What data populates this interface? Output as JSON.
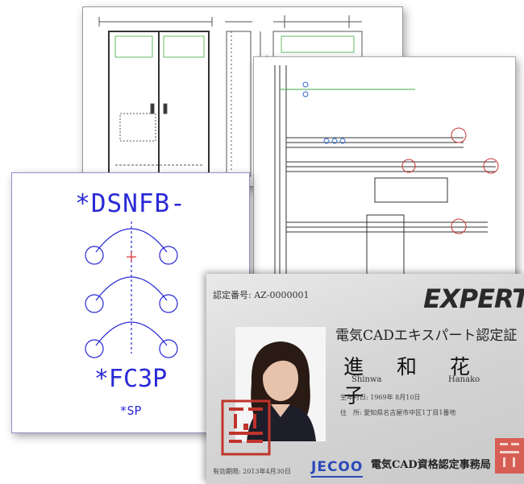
{
  "symbol_sheet": {
    "label_top": "*DSNFB-",
    "label_bottom": "*FC3P",
    "label_sp": "*SP",
    "line_color": "#2929d6"
  },
  "card": {
    "cert_number": "認定番号: AZ-0000001",
    "brand": "EXPERT",
    "cert_title": "電気CADエキスパート認定証",
    "name_kanji": [
      "進",
      "和",
      "花",
      "子"
    ],
    "name_roman_first": "Shinwa",
    "name_roman_last": "Hanako",
    "birth_line": "生年月日: 1969年 8月10日",
    "address_line": "住　所: 愛知県名古屋市中区1丁目1番地",
    "validity": "有効期限: 2013年4月30日",
    "logo": "JECOO",
    "issuer": "電気CAD資格認定事務局",
    "accent_blue": "#2b49b8",
    "seal_red": "#c0342c"
  }
}
